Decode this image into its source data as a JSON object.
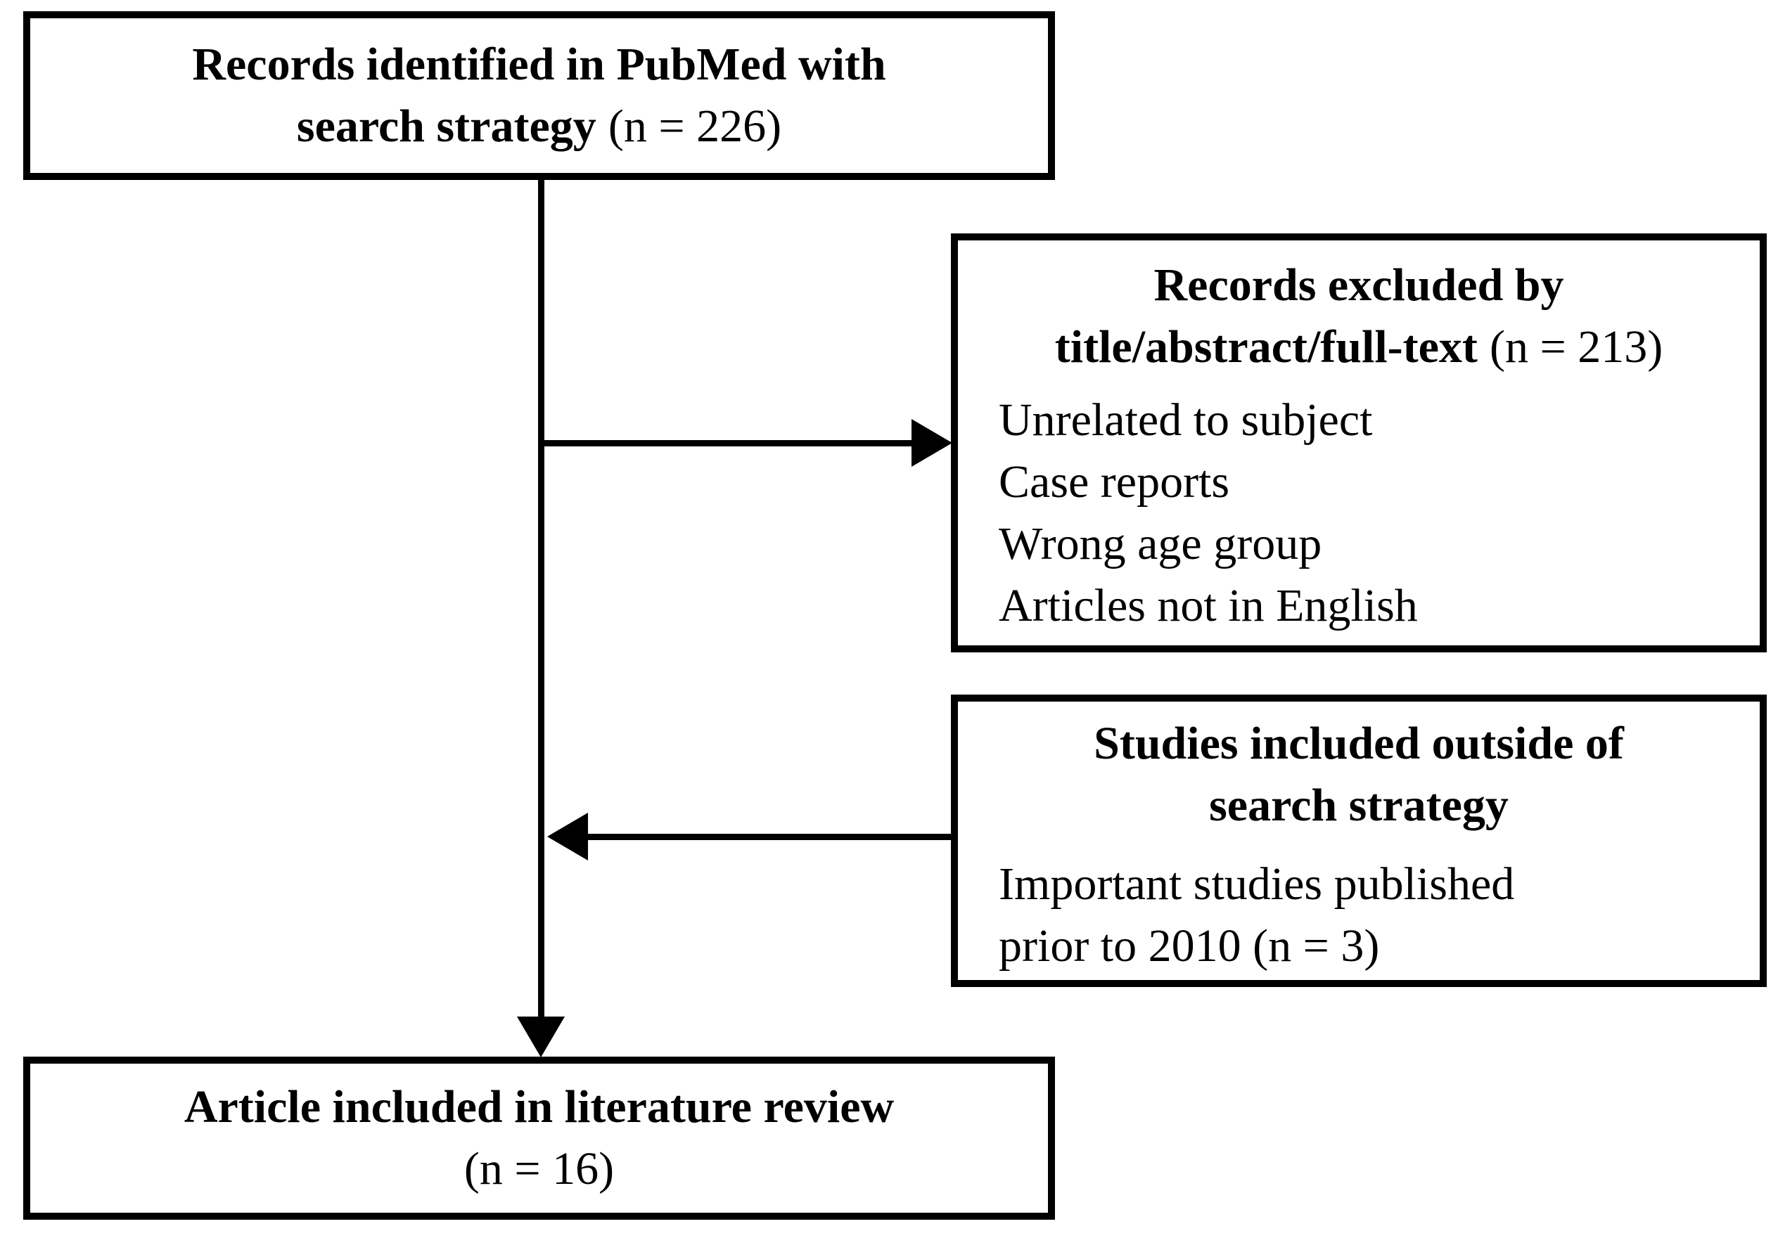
{
  "colors": {
    "ink": "#000000",
    "background": "#ffffff"
  },
  "boxes": {
    "identified": {
      "line1_bold": "Records identified in PubMed with",
      "line2_bold": "search strategy",
      "line2_regular": "(n = 226)"
    },
    "excluded": {
      "line1_bold": "Records excluded by",
      "line2_bold": "title/abstract/full-text",
      "line2_regular": "(n = 213)",
      "items": [
        "Unrelated to subject",
        "Case reports",
        "Wrong age group",
        "Articles not in English"
      ]
    },
    "outside": {
      "line1_bold": "Studies included outside of",
      "line2_bold": "search strategy",
      "body_line1": "Important studies published",
      "body_line2": "prior to 2010 (n = 3)"
    },
    "included": {
      "line1_bold": "Article included in literature review",
      "line2_regular": "(n = 16)"
    }
  }
}
